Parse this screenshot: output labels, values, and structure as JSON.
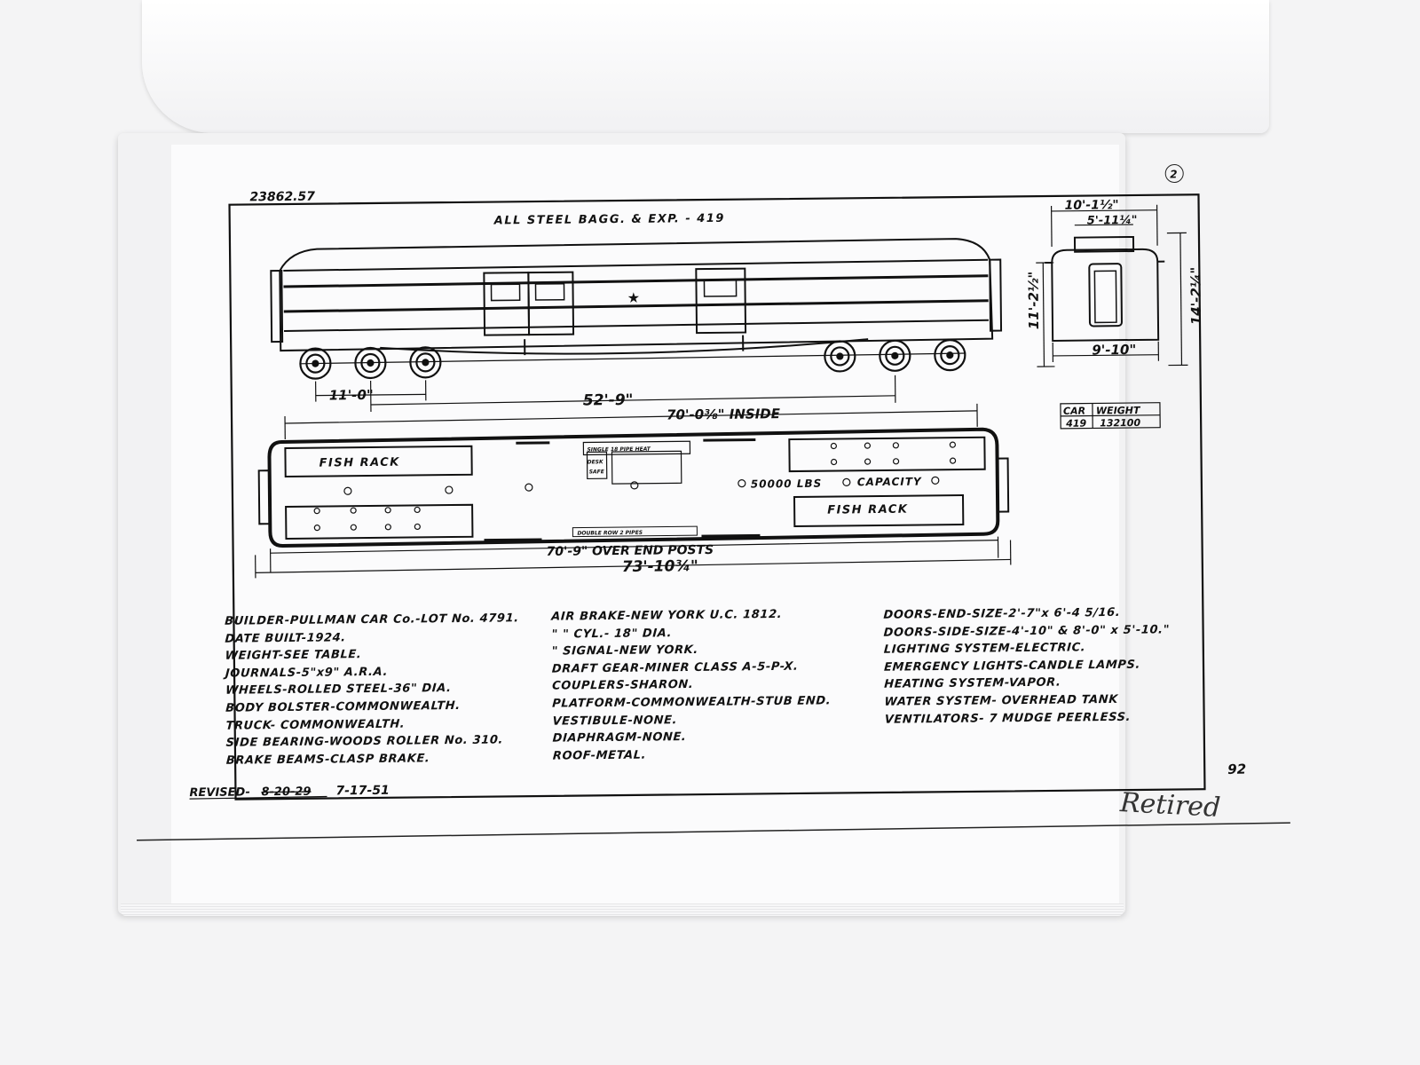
{
  "document": {
    "drawing_number": "23862.57",
    "title": "ALL STEEL BAGG. & EXP. - 419",
    "corner_mark": "2",
    "page_number": "92",
    "revised_label": "REVISED-",
    "revised_struck": "8-20-29",
    "revised_date": "7-17-51",
    "handwritten_note": "Retired"
  },
  "dimensions": {
    "end_width_outer": "10'-1½\"",
    "end_width_inner": "5'-11¼\"",
    "end_height_side": "11'-2½\"",
    "end_height_total": "14'-2¼\"",
    "end_base_width": "9'-10\"",
    "truck_wheelbase": "11'-0\"",
    "truck_centers": "52'-9\"",
    "inside_length": "70'-0⅜\" INSIDE",
    "over_end_posts": "70'-9\" OVER END POSTS",
    "overall_length": "73'-10¾\""
  },
  "plan_labels": {
    "fish_rack_left": "FISH RACK",
    "fish_rack_right": "FISH RACK",
    "capacity": "50000 LBS",
    "capacity_label": "CAPACITY",
    "desk": "DESK",
    "safe": "SAFE",
    "door_note_top": "SINGLE 18 PIPE HEAT",
    "door_note_bottom": "DOUBLE ROW 2 PIPES"
  },
  "weight_table": {
    "headers": [
      "CAR",
      "WEIGHT"
    ],
    "rows": [
      [
        "419",
        "132100"
      ]
    ]
  },
  "specs": {
    "col1": [
      "BUILDER-PULLMAN CAR Co.-LOT No. 4791.",
      "DATE BUILT-1924.",
      "WEIGHT-SEE TABLE.",
      "JOURNALS-5\"x9\" A.R.A.",
      "WHEELS-ROLLED STEEL-36\" DIA.",
      "BODY BOLSTER-COMMONWEALTH.",
      "TRUCK- COMMONWEALTH.",
      "SIDE BEARING-WOODS ROLLER No. 310.",
      "BRAKE BEAMS-CLASP BRAKE."
    ],
    "col2": [
      "AIR BRAKE-NEW YORK U.C. 1812.",
      "\"       \"      CYL.- 18\" DIA.",
      "\"   SIGNAL-NEW YORK.",
      "DRAFT GEAR-MINER CLASS A-5-P-X.",
      "COUPLERS-SHARON.",
      "PLATFORM-COMMONWEALTH-STUB END.",
      "VESTIBULE-NONE.",
      "DIAPHRAGM-NONE.",
      "ROOF-METAL."
    ],
    "col3": [
      "DOORS-END-SIZE-2'-7\"x 6'-4 5/16.",
      "DOORS-SIDE-SIZE-4'-10\" & 8'-0\" x 5'-10.\"",
      "LIGHTING SYSTEM-ELECTRIC.",
      "EMERGENCY LIGHTS-CANDLE LAMPS.",
      "HEATING SYSTEM-VAPOR.",
      "WATER SYSTEM- OVERHEAD TANK",
      "VENTILATORS- 7 MUDGE PEERLESS."
    ]
  }
}
